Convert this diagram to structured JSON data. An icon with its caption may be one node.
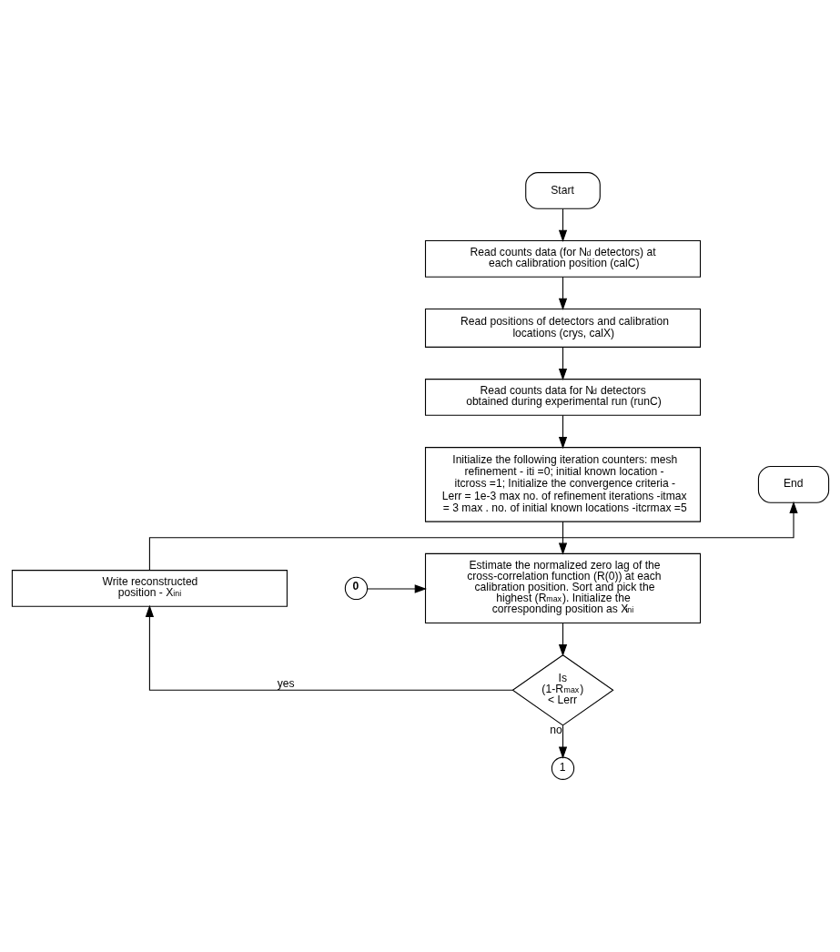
{
  "diagram": {
    "nodes": [
      {
        "text": [
          "Start"
        ]
      },
      {
        "text": [
          "Read counts data (for N$_{d}$ detectors) at each calibration position (calC)"
        ]
      },
      {
        "text": [
          "Read positions of detectors and calibration locations (crys, calX)"
        ]
      },
      {
        "text": [
          "Read counts data for N$_{d}$ detectors obtained during experimental run (runC)"
        ]
      },
      {
        "text": [
          "Initialize the following iteration counters: mesh refinement - iti =0; initial known location - itcross =1; Initialize the convergence criteria - Lerr = 1e-3 max no. of refinement iterations -itmax = 3 max . no. of initial known locations -itcrmax =5"
        ]
      },
      {
        "text": [
          "Estimate the normalized zero lag of the cross-correlation function (R(0)) at each calibration position. Sort and pick the highest (R$_{max}$). Initialize the corresponding position as X$_{ini}$"
        ]
      },
      {
        "text": [
          "Is (1-R$_{max}$) < Lerr"
        ]
      },
      {
        "text": [
          "**0**"
        ]
      },
      {
        "text": [
          "1"
        ]
      },
      {
        "text": [
          "Write reconstructed position - X$_{ini}$"
        ]
      },
      {
        "text": [
          "End"
        ]
      }
    ],
    "edges": [
      {
        "from": 0,
        "to": 1,
        "arrow": "to"
      },
      {
        "from": 1,
        "to": 2,
        "arrow": "to"
      },
      {
        "from": 2,
        "to": 3,
        "arrow": "to"
      },
      {
        "from": 3,
        "to": 4,
        "arrow": "to"
      },
      {
        "from": 4,
        "to": 5,
        "arrow": "to"
      },
      {
        "from": 7,
        "to": 5,
        "arrow": "to"
      },
      {
        "from": 5,
        "to": 6,
        "arrow": "to"
      },
      {
        "from": 6,
        "to": 9,
        "arrow": "to",
        "label": "yes"
      },
      {
        "from": 6,
        "to": 8,
        "arrow": "to",
        "label": "no"
      },
      {
        "from": 9,
        "to": 10,
        "arrow": "to"
      }
    ]
  }
}
